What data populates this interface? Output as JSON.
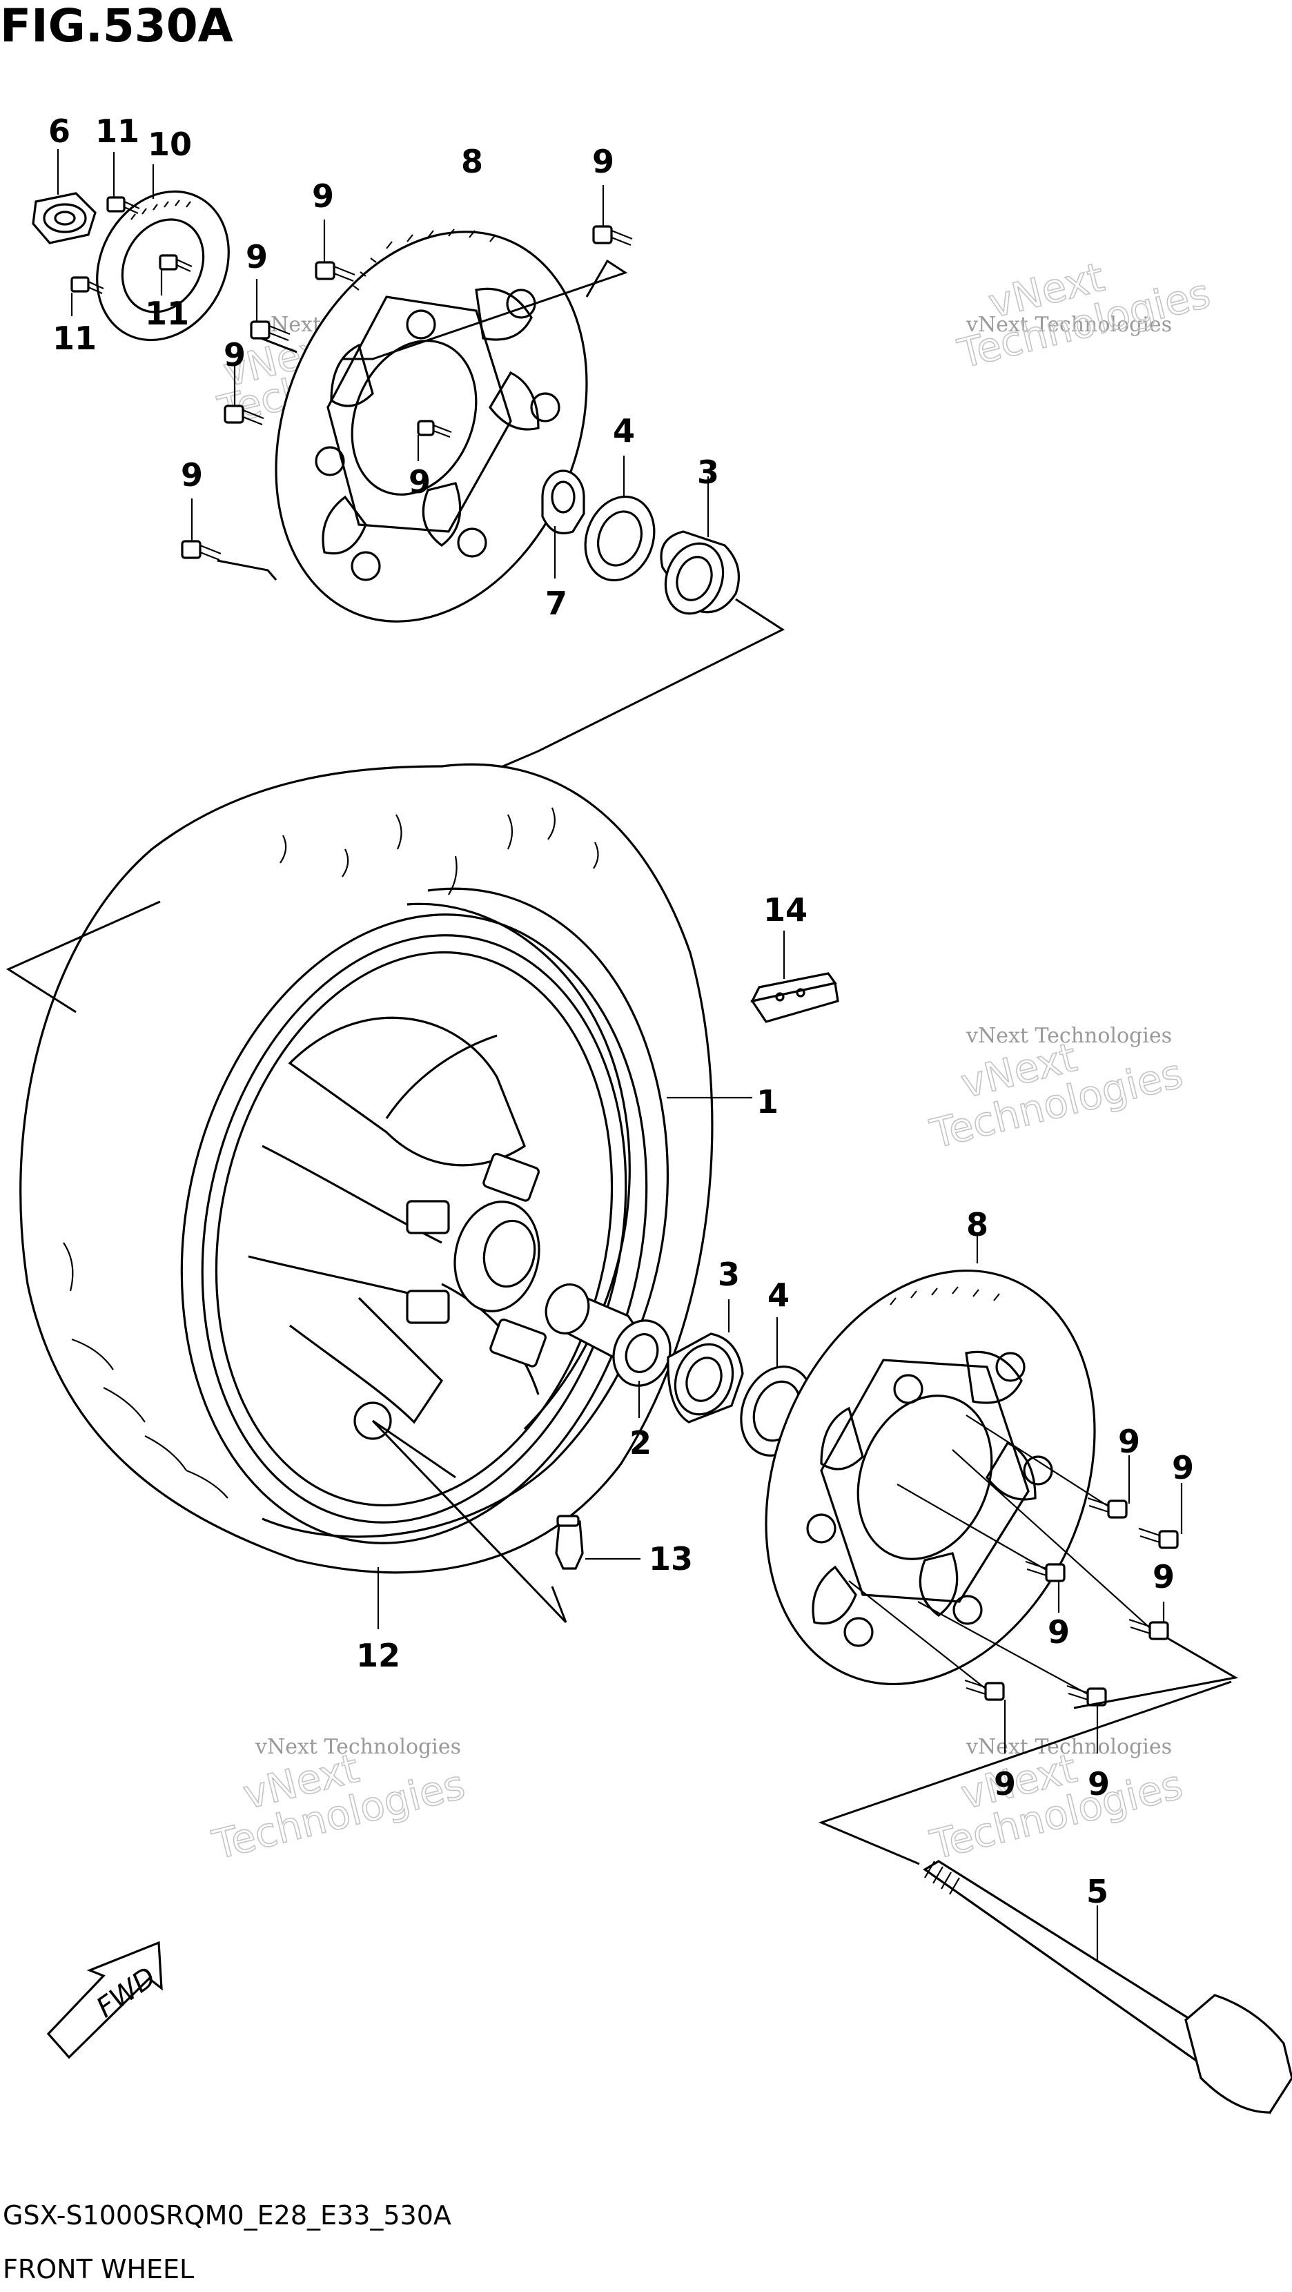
{
  "figure": {
    "title": "FIG.530A",
    "diagram_code": "GSX-S1000SRQM0_E28_E33_530A",
    "section_name": "FRONT WHEEL",
    "fwd_label": "FWD"
  },
  "watermark": {
    "line1": "vNext Technologies",
    "line2": "vNext\nTechnologies"
  },
  "callouts": {
    "c1": "1",
    "c2": "2",
    "c3_top": "3",
    "c3_mid": "3",
    "c4_top": "4",
    "c4_mid": "4",
    "c5": "5",
    "c6": "6",
    "c7": "7",
    "c8_top": "8",
    "c8_right": "8",
    "c9_a": "9",
    "c9_b": "9",
    "c9_c": "9",
    "c9_d": "9",
    "c9_e": "9",
    "c9_f": "9",
    "c9_g": "9",
    "c9_h": "9",
    "c9_i": "9",
    "c9_j": "9",
    "c9_k": "9",
    "c9_l": "9",
    "c10": "10",
    "c11_a": "11",
    "c11_b": "11",
    "c11_c": "11",
    "c12": "12",
    "c13": "13",
    "c14": "14"
  },
  "colors": {
    "ink": "#000000",
    "watermark": "#9a9a9a",
    "background": "#ffffff"
  }
}
